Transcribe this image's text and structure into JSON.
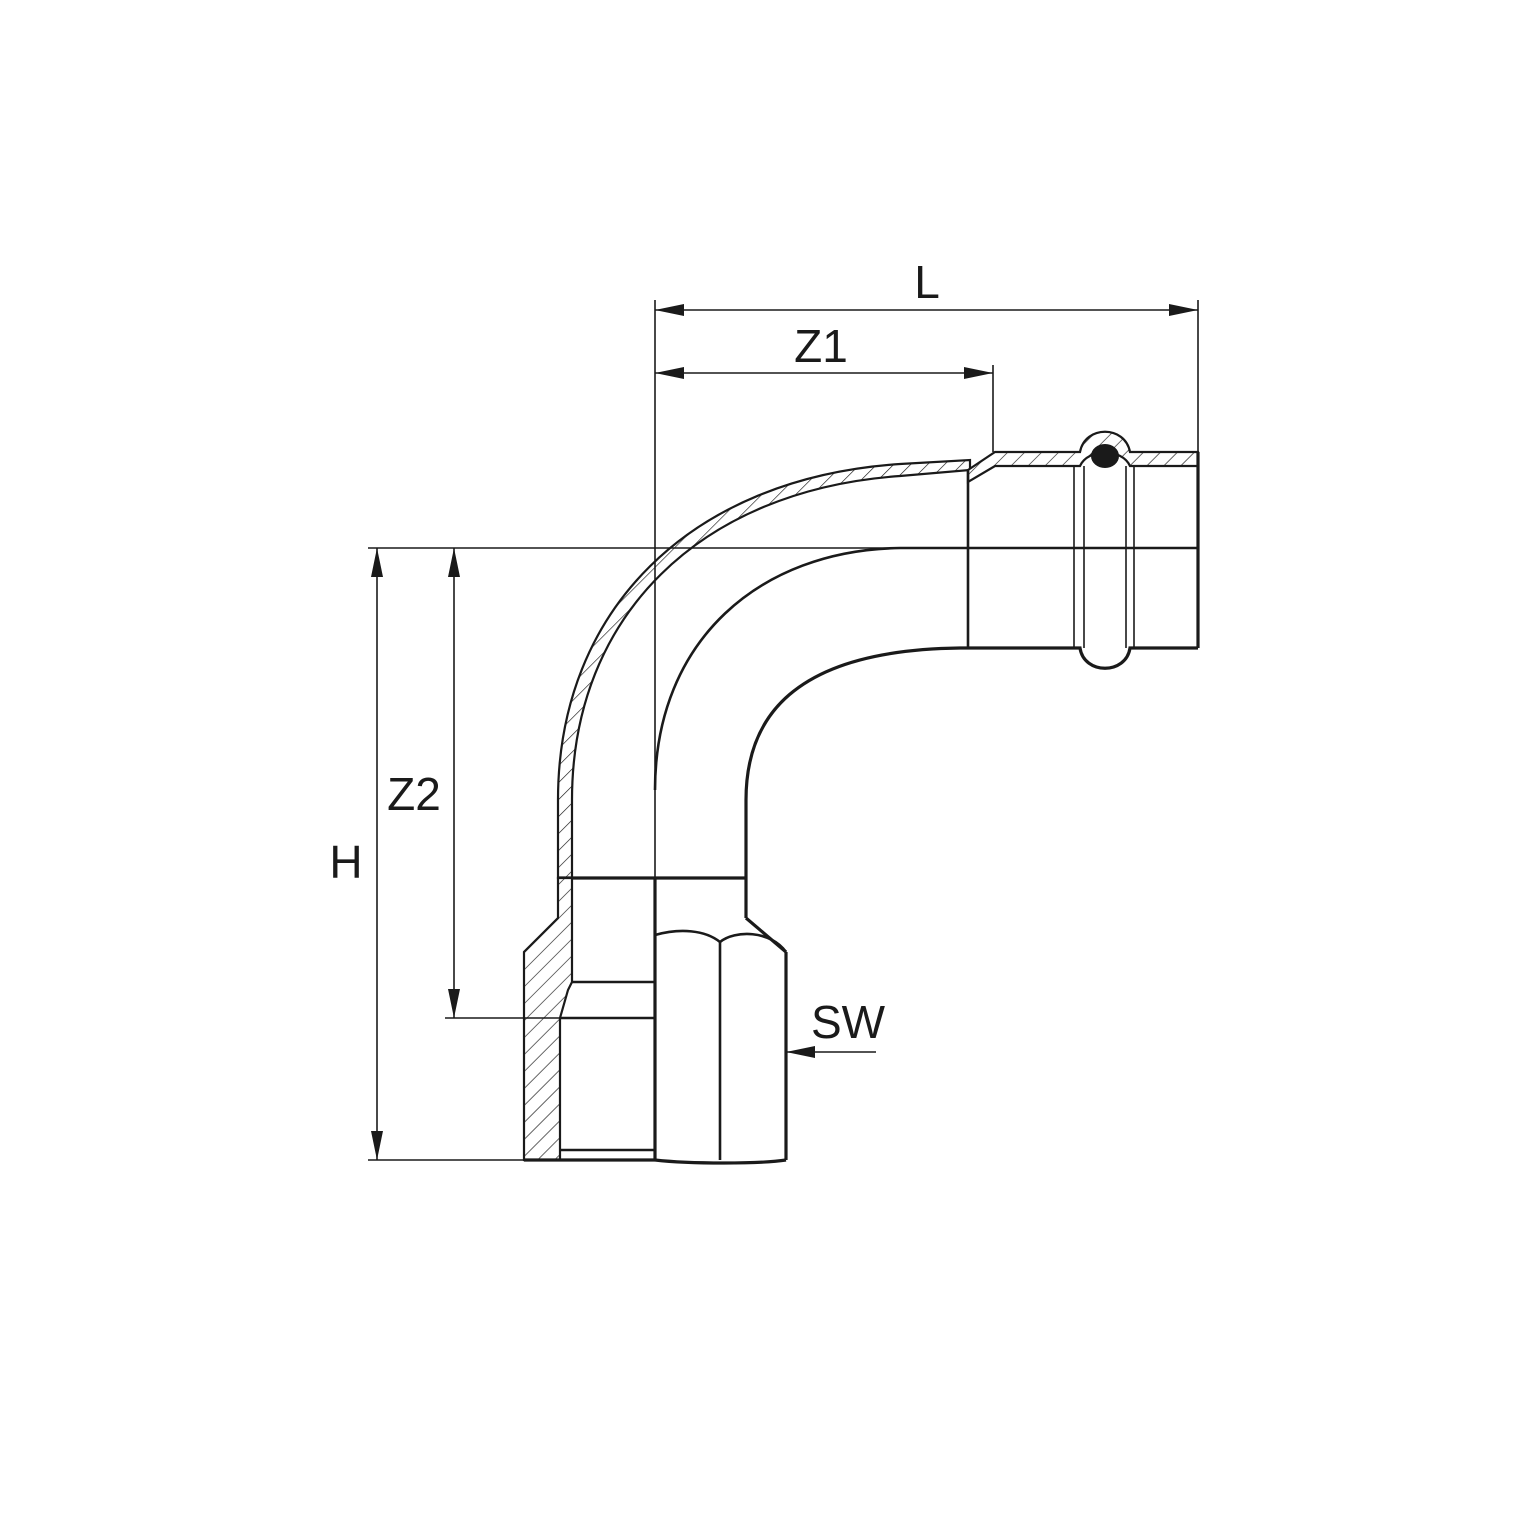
{
  "dimensions": {
    "overall_length": "L",
    "center_offset_horizontal": "Z1",
    "center_offset_vertical": "Z2",
    "overall_height": "H",
    "wrench_size": "SW"
  }
}
